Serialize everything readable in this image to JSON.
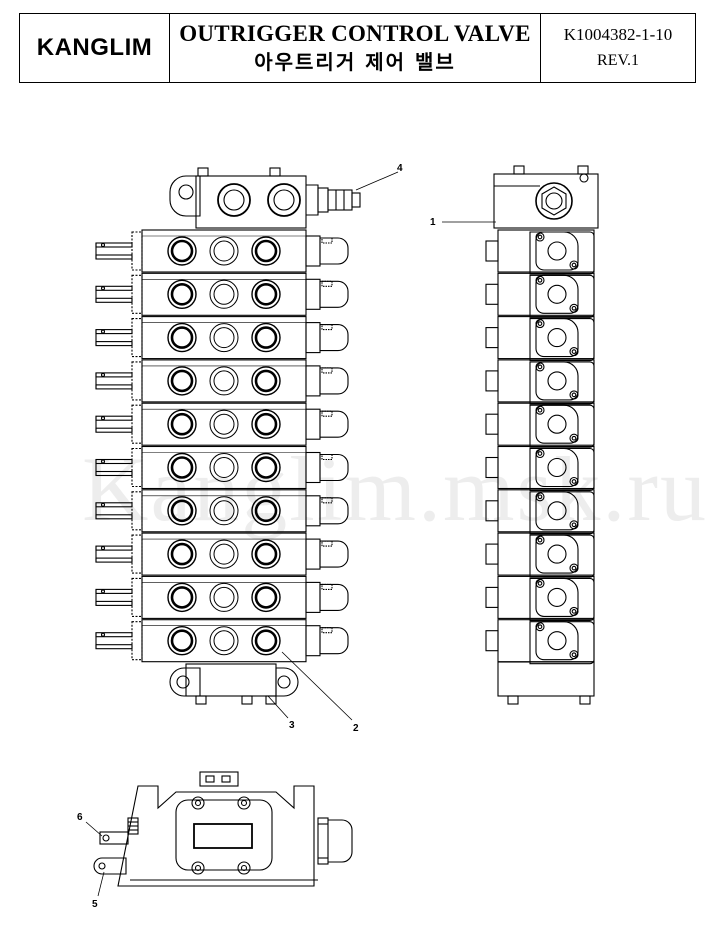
{
  "title_block": {
    "logo": "KANGLIM",
    "title_en": "OUTRIGGER CONTROL VALVE",
    "title_ko": "아우트리거 제어 밸브",
    "doc_number": "K1004382-1-10",
    "revision": "REV.1"
  },
  "watermark": "Kanglim.msk.ru",
  "callouts": [
    "1",
    "2",
    "3",
    "4",
    "5",
    "6"
  ],
  "sections": 10,
  "ports_per_section": 3
}
